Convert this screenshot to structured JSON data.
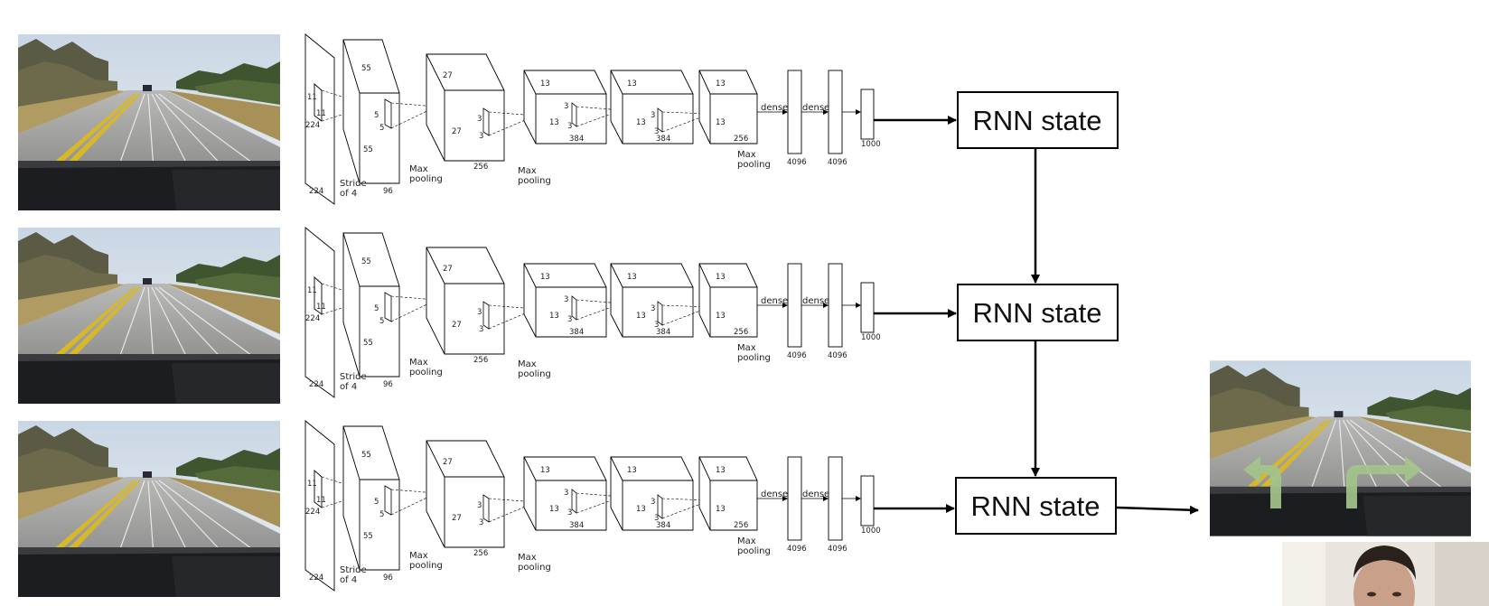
{
  "rnn_state_label": "RNN state",
  "frames_count": 3,
  "cnn_labels": {
    "input_kernel": "11",
    "input_size": "224",
    "stride": "Stride",
    "stride_of": "of 4",
    "conv1_size": "55",
    "conv1_kernel": "5",
    "conv1_depth": "96",
    "max": "Max",
    "pooling": "pooling",
    "conv2_size": "27",
    "conv2_depth": "256",
    "conv_kernel": "3",
    "conv3_size": "13",
    "conv3_depth": "384",
    "conv4_size": "13",
    "conv4_depth": "384",
    "conv5_size": "13",
    "conv5_depth": "256",
    "dense": "dense",
    "fc_size": "4096",
    "out_size": "1000"
  },
  "colors": {
    "road": "#a8a9a8",
    "lane_yellow": "#d8b82b",
    "arrow_green": "#a3c48a",
    "sky": "#dfe6ee",
    "dashboard": "#1c1d20",
    "grass": "#a9935d",
    "trees": "#4e5e3a"
  },
  "icons": [
    "turn-arrows-icon"
  ]
}
